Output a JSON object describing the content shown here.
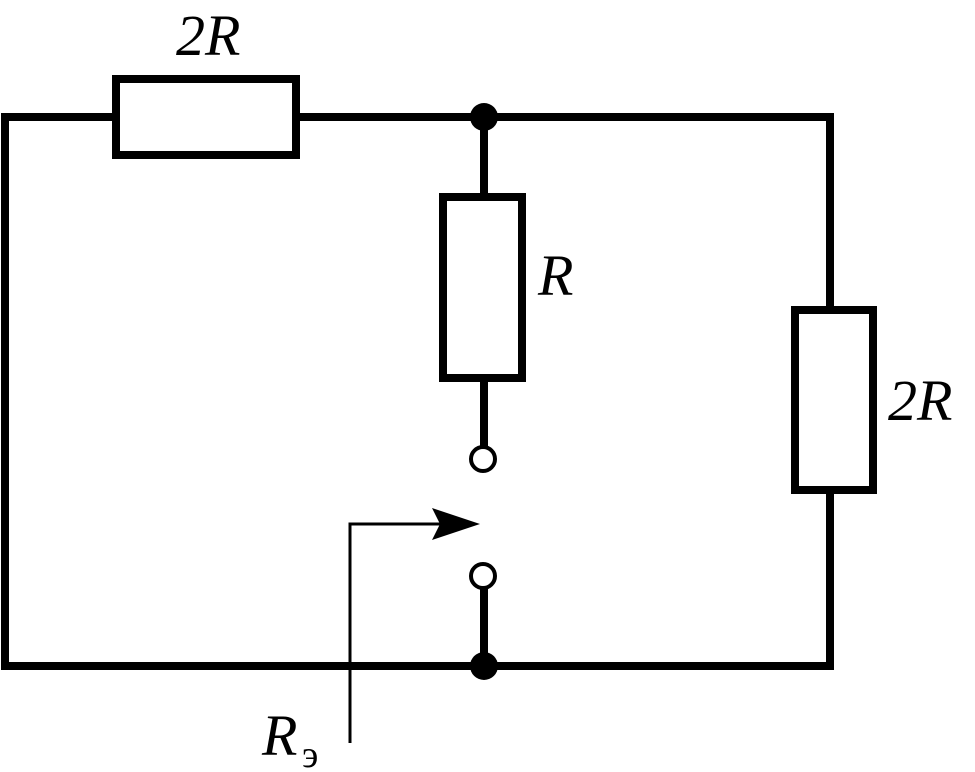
{
  "diagram": {
    "labels": {
      "top_resistor": "2R",
      "middle_resistor": "R",
      "right_resistor": "2R",
      "equivalent_main": "R",
      "equivalent_sub": "э"
    },
    "colors": {
      "line": "#000000",
      "background": "#ffffff"
    }
  }
}
